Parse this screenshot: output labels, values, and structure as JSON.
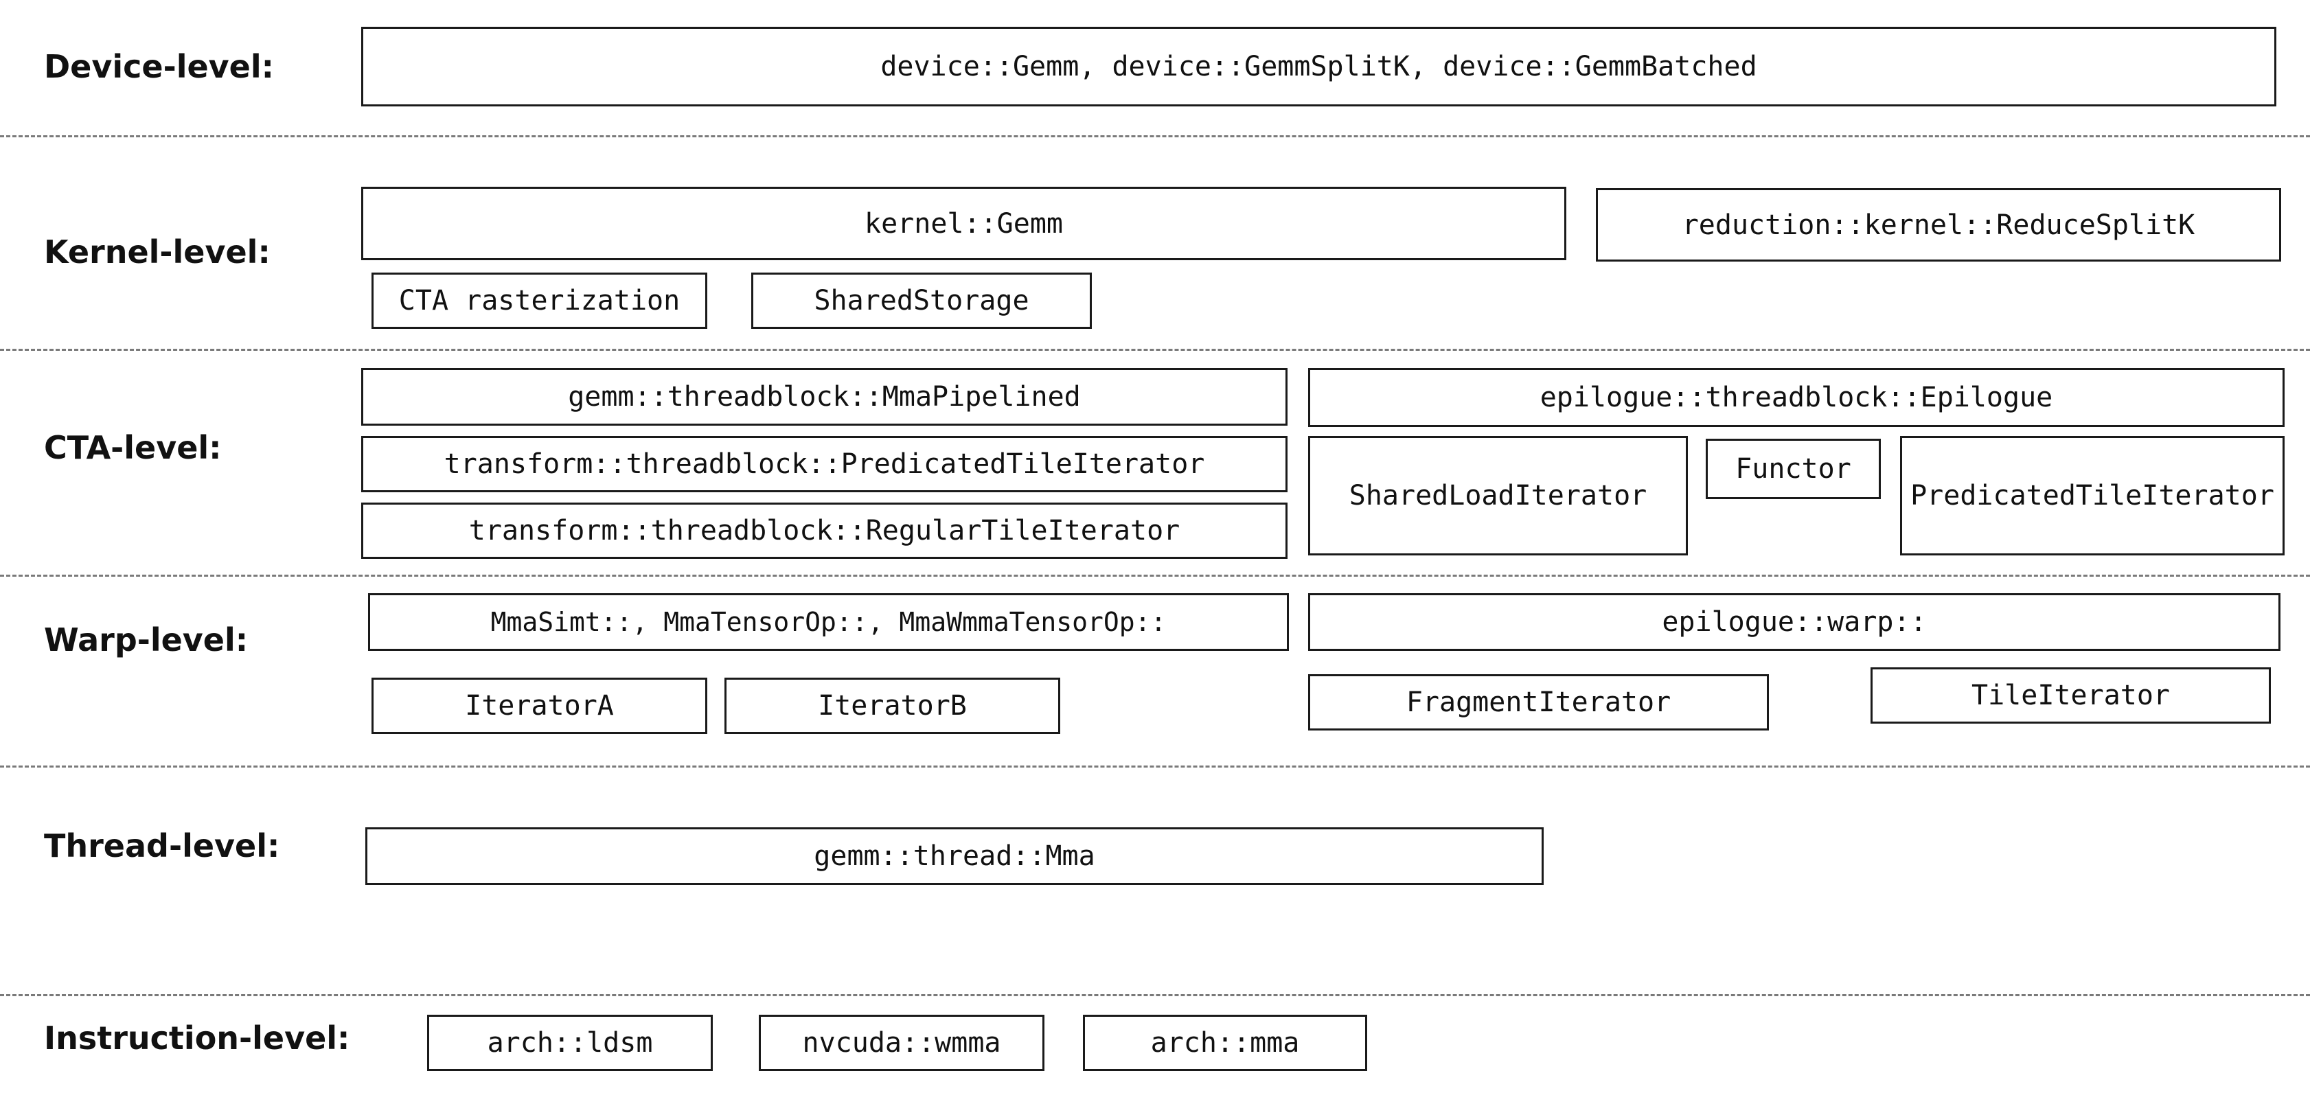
{
  "levels": {
    "device": {
      "label": "Device-level:",
      "boxes": {
        "main": "device::Gemm, device::GemmSplitK, device::GemmBatched"
      }
    },
    "kernel": {
      "label": "Kernel-level:",
      "boxes": {
        "gemm": "kernel::Gemm",
        "reduce_splitk": "reduction::kernel::ReduceSplitK",
        "cta_rasterization": "CTA rasterization",
        "shared_storage": "SharedStorage"
      }
    },
    "cta": {
      "label": "CTA-level:",
      "boxes": {
        "mma_pipelined": "gemm::threadblock::MmaPipelined",
        "predicated_tile_iterator": "transform::threadblock::PredicatedTileIterator",
        "regular_tile_iterator": "transform::threadblock::RegularTileIterator",
        "epilogue": "epilogue::threadblock::Epilogue",
        "shared_load_iterator": "SharedLoadIterator",
        "functor": "Functor",
        "epilogue_predicated_tile_iterator": "PredicatedTileIterator"
      }
    },
    "warp": {
      "label": "Warp-level:",
      "boxes": {
        "mma_ops": "MmaSimt::, MmaTensorOp::, MmaWmmaTensorOp::",
        "epilogue_warp": "epilogue::warp::",
        "iterator_a": "IteratorA",
        "iterator_b": "IteratorB",
        "fragment_iterator": "FragmentIterator",
        "tile_iterator": "TileIterator"
      }
    },
    "thread": {
      "label": "Thread-level:",
      "boxes": {
        "mma": "gemm::thread::Mma"
      }
    },
    "instruction": {
      "label": "Instruction-level:",
      "boxes": {
        "ldsm": "arch::ldsm",
        "wmma": "nvcuda::wmma",
        "mma": "arch::mma"
      }
    }
  },
  "colors": {
    "box_border": "#1a1a1a",
    "divider": "#7a7a7a",
    "background": "#ffffff",
    "text": "#111111"
  }
}
